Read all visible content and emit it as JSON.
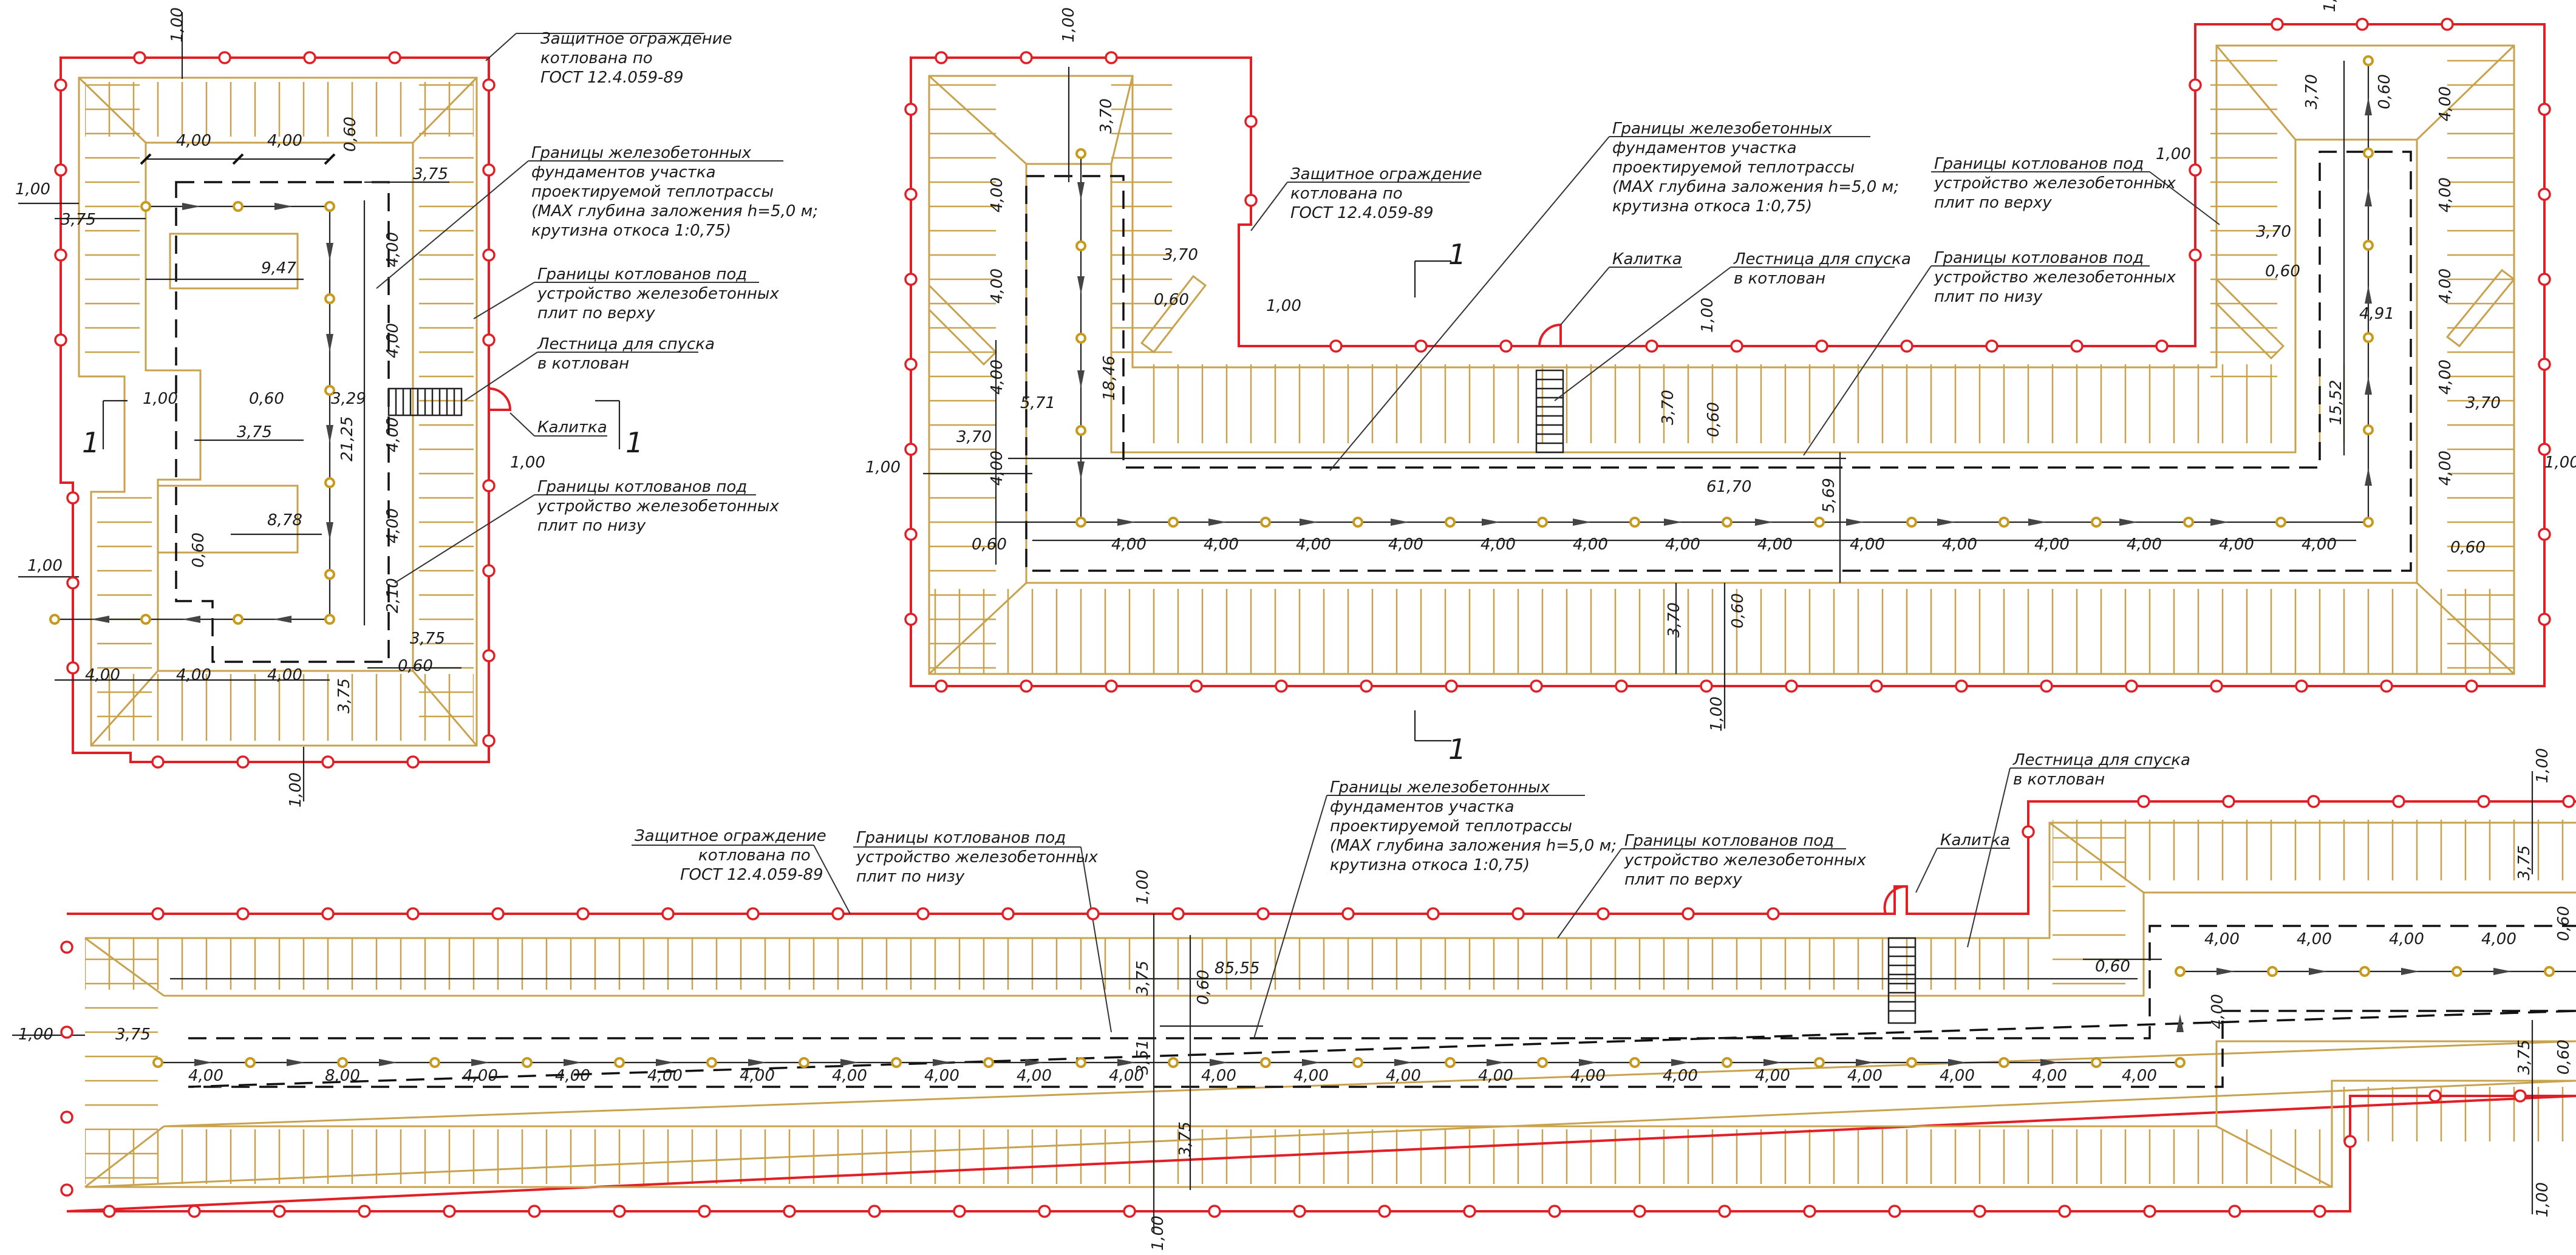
{
  "fence_note": [
    "Защитное ограждение",
    "котлована по",
    "ГОСТ 12.4.059-89"
  ],
  "foundation_note": [
    "Границы железобетонных",
    "фундаментов участка",
    "проектируемой теплотрассы",
    "(MAX глубина заложения h=5,0 м;",
    "крутизна откоса 1:0,75)"
  ],
  "top_pit_note": [
    "Границы котлованов под",
    "устройство железобетонных",
    "плит по верху"
  ],
  "bottom_pit_note": [
    "Границы котлованов под",
    "устройство железобетонных",
    "плит по низу"
  ],
  "ladder_note": [
    "Лестница для спуска",
    "в котлован"
  ],
  "gate_note": "Калитка",
  "section_mark": "1",
  "colors": {
    "fence": "#e01f26",
    "pit": "#c8a24c",
    "pile": "#c89a1c"
  },
  "dims": {
    "d100": "1,00",
    "d375": "3,75",
    "d400": "4,00",
    "d060": "0,60",
    "d370": "3,70",
    "d947": "9,47",
    "d329": "3,29",
    "d2125": "21,25",
    "d878": "8,78",
    "d210": "2,10",
    "d571": "5,71",
    "d1846": "18,46",
    "d6170": "61,70",
    "d569": "5,69",
    "d1552": "15,52",
    "d491": "4,91",
    "d8555": "85,55",
    "d351": "3,51",
    "d800": "8,00"
  }
}
